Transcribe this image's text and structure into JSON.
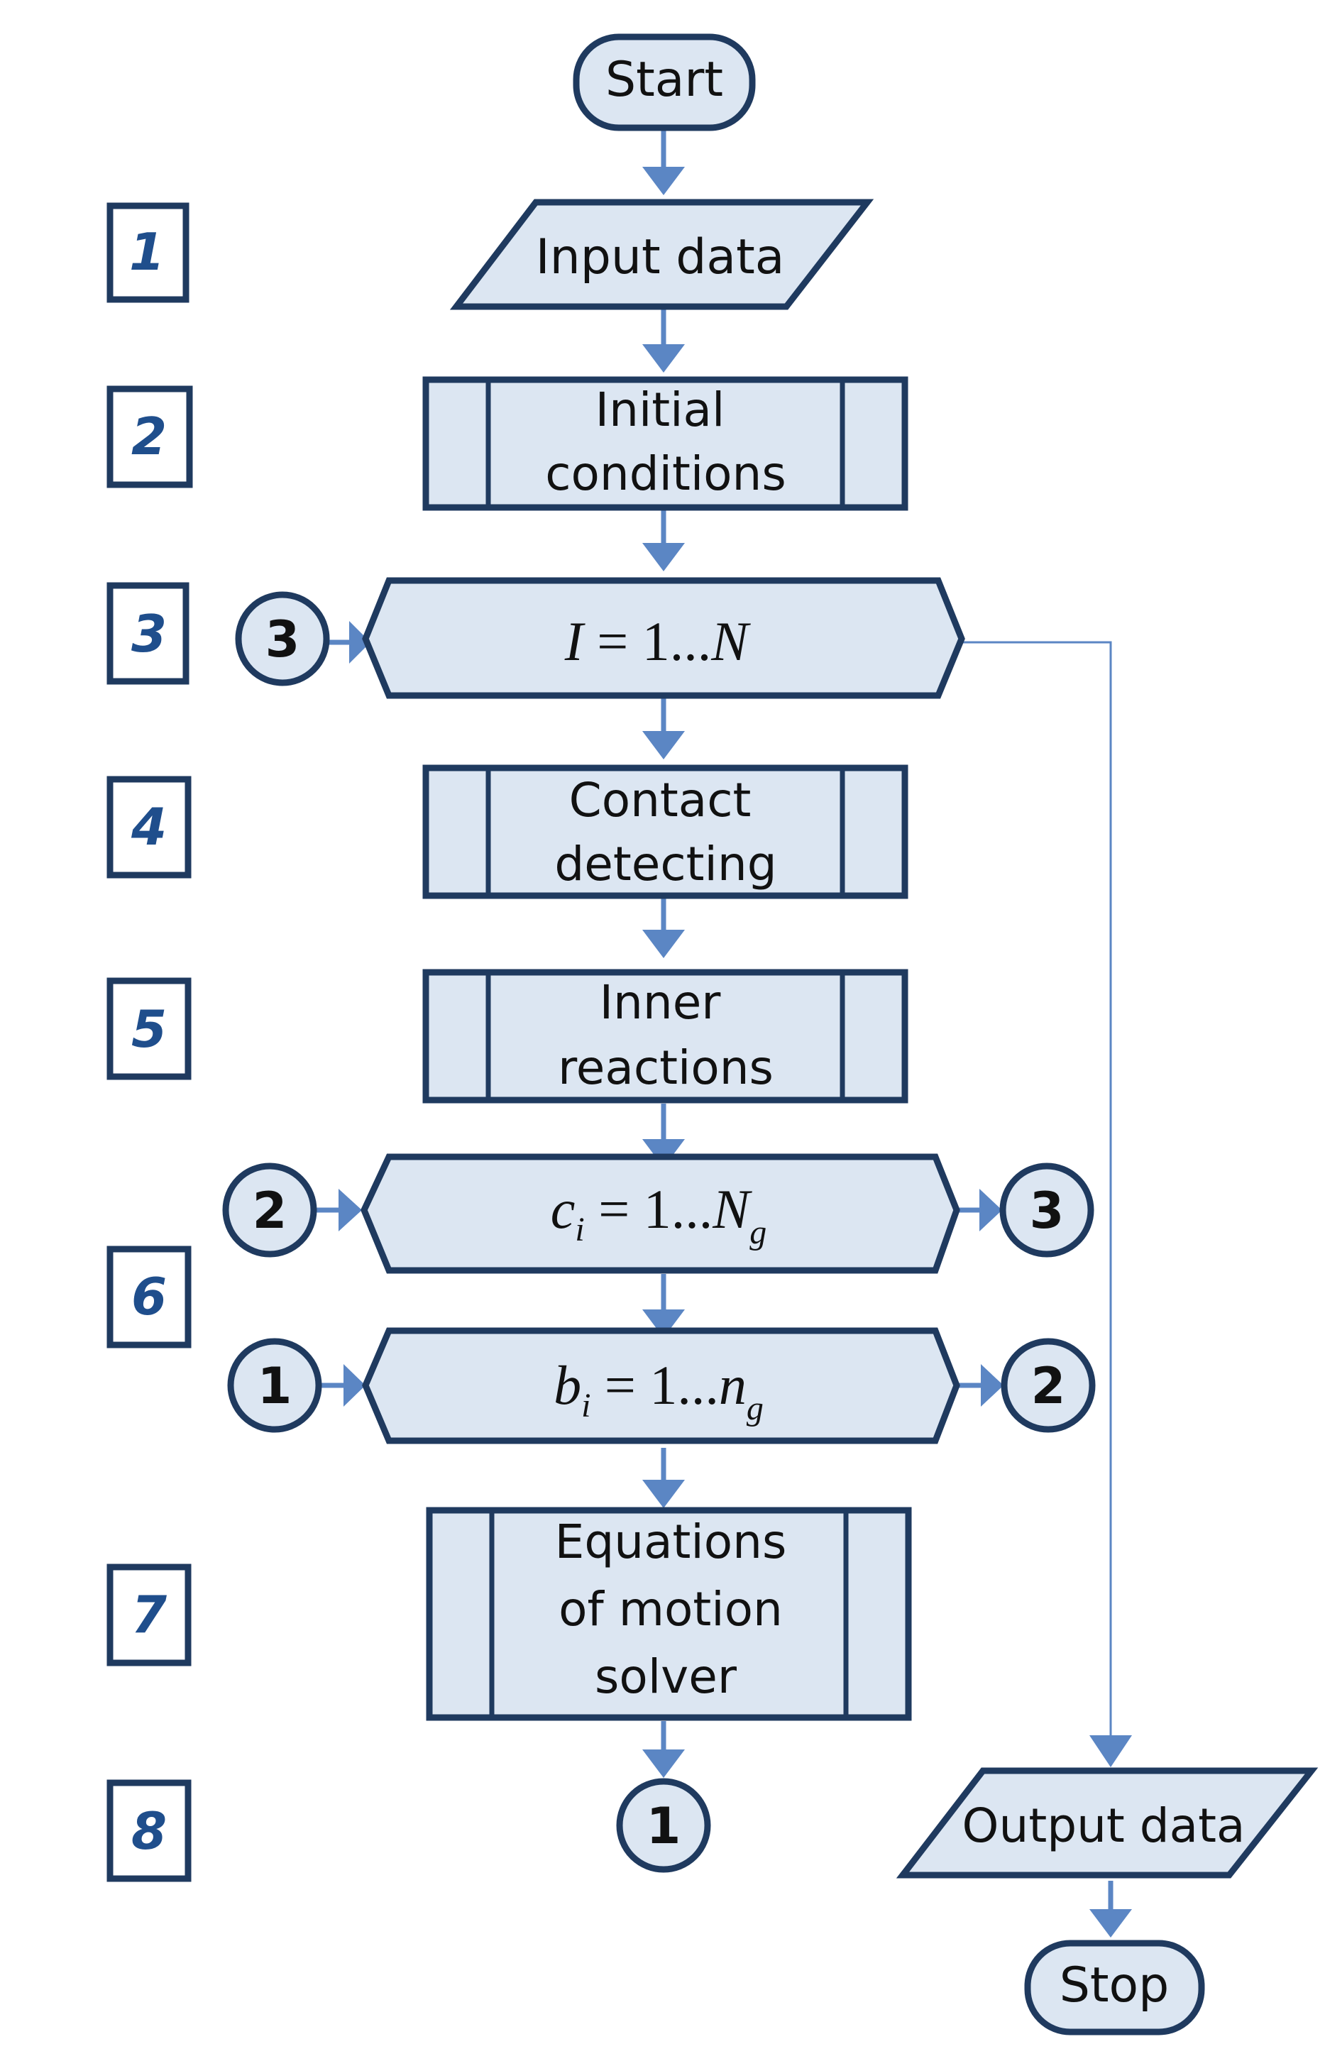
{
  "terminals": {
    "start": "Start",
    "stop": "Stop"
  },
  "io": {
    "input": "Input data",
    "output": "Output data"
  },
  "processes": {
    "initial": [
      "Initial",
      "conditions"
    ],
    "contact": [
      "Contact",
      "detecting"
    ],
    "inner": [
      "Inner",
      "reactions"
    ],
    "solver": [
      "Equations",
      "of motion",
      "solver"
    ]
  },
  "loops": {
    "outer": {
      "var": "I",
      "eq": " = 1...",
      "bound": "N",
      "sub": ""
    },
    "middle": {
      "var": "c",
      "var_sub": "i",
      "eq": " = 1...",
      "bound": "N",
      "sub": "g"
    },
    "inner": {
      "var": "b",
      "var_sub": "i",
      "eq": " = 1...",
      "bound": "n",
      "sub": "g"
    }
  },
  "connectors": {
    "c1": "1",
    "c2": "2",
    "c3": "3"
  },
  "steps": [
    "1",
    "2",
    "3",
    "4",
    "5",
    "6",
    "7",
    "8"
  ],
  "colors": {
    "fill": "#dce6f2",
    "stroke": "#1f3a5f",
    "arrow": "#5b86c4",
    "step_number": "#1f4e8c"
  }
}
